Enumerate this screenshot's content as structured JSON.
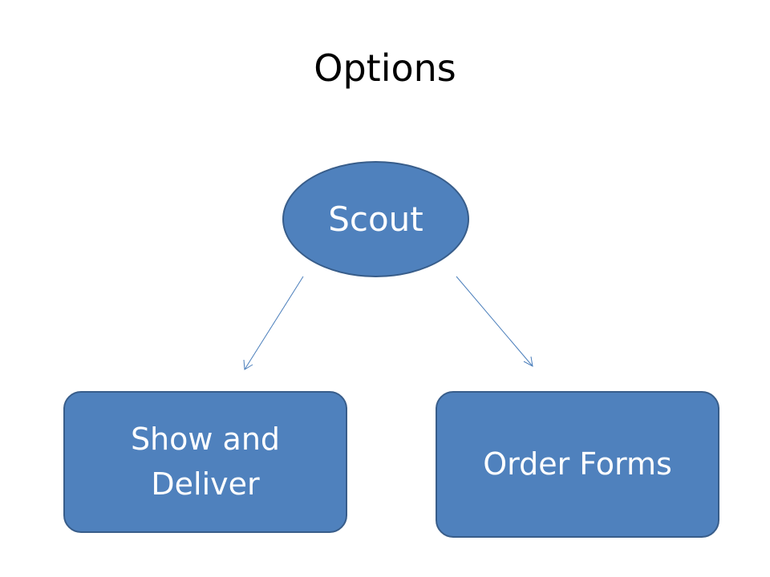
{
  "slide": {
    "title": "Options"
  },
  "diagram": {
    "nodes": [
      {
        "id": "scout",
        "label": "Scout",
        "shape": "ellipse"
      },
      {
        "id": "show-and-deliver",
        "label": "Show and Deliver",
        "shape": "rounded-rectangle"
      },
      {
        "id": "order-forms",
        "label": "Order Forms",
        "shape": "rounded-rectangle"
      }
    ],
    "edges": [
      {
        "from": "scout",
        "to": "show-and-deliver"
      },
      {
        "from": "scout",
        "to": "order-forms"
      }
    ]
  },
  "colors": {
    "node_fill": "#4f81bd",
    "node_border": "#385d8a",
    "connector": "#4a7ebb",
    "node_text": "#ffffff",
    "title_text": "#000000"
  }
}
